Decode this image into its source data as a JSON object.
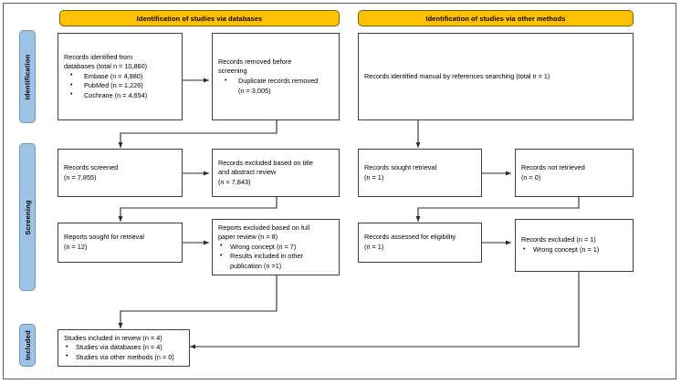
{
  "diagram": {
    "type": "prisma-flow-diagram",
    "accent_orange": "#FFC000",
    "accent_blue": "#9DC3E6",
    "border_color": "#3f3f3f"
  },
  "headers": {
    "databases": "Identification of studies via databases",
    "other_methods": "Identification of studies via other methods"
  },
  "stages": {
    "identification": "Identification",
    "screening": "Screening",
    "included": "Included"
  },
  "boxes": {
    "records_identified": {
      "line1": "Records identified from",
      "line2": "databases (total n = 10,860)",
      "bullets": [
        "Embase (n = 4,980)",
        "PubMed (n = 1,226)",
        "Cochrane (n = 4,654)"
      ]
    },
    "records_removed": {
      "line1": "Records removed before",
      "line2": "screening",
      "bullets": [
        "Duplicate records removed"
      ],
      "bullet_cont": "(n = 3,005)"
    },
    "records_identified_manual": {
      "line1": "Records identified manual by references searching (total n = 1)"
    },
    "records_screened": {
      "line1": "Records screened",
      "line2": "(n = 7,855)"
    },
    "records_excluded_title": {
      "line1": "Records excluded based on title",
      "line2": "and abstract review",
      "line3": "(n = 7,843)"
    },
    "reports_sought": {
      "line1": "Reports sought for retrieval",
      "line2": "(n = 12)"
    },
    "reports_excluded": {
      "line1": "Reports excluded based on full",
      "line2": "paper review (n = 8)",
      "bullets": [
        "Wrong concept (n = 7)",
        "Results included in other"
      ],
      "bullet_cont": "publication (n =1)"
    },
    "records_sought_retrieval": {
      "line1": "Records sought retrieval",
      "line2": "(n = 1)"
    },
    "records_not_retrieved": {
      "line1": "Records not retrieved",
      "line2": "(n = 0)"
    },
    "records_assessed": {
      "line1": "Records assessed for eligibility",
      "line2": "(n = 1)"
    },
    "records_excluded_eligibility": {
      "line1": "Records excluded (n = 1)",
      "bullets": [
        "Wrong concept (n = 1)"
      ]
    },
    "studies_included": {
      "line1": "Studies included in review (n = 4)",
      "bullets": [
        "Studies via databases (n = 4)",
        "Studies via other methods (n = 0)"
      ]
    }
  }
}
